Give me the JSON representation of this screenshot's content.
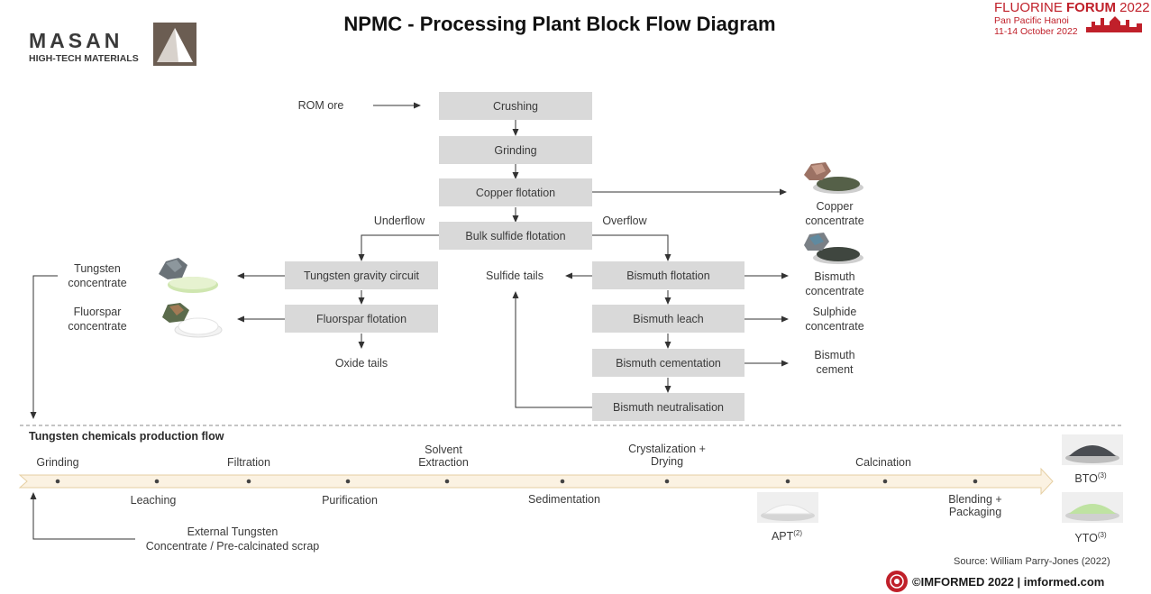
{
  "title": "NPMC - Processing Plant Block Flow Diagram",
  "logo_left": {
    "name": "MASAN",
    "sub": "HIGH-TECH MATERIALS"
  },
  "logo_right": {
    "line1a": "FLUORINE ",
    "line1b": "FORUM",
    "line1c": " 2022",
    "line2": "Pan Pacific Hanoi",
    "line3": "11-14 October 2022"
  },
  "inputs": {
    "rom": "ROM ore"
  },
  "boxes": {
    "crushing": "Crushing",
    "grinding": "Grinding",
    "copper_flotation": "Copper flotation",
    "bulk_sulfide": "Bulk sulfide flotation",
    "tungsten_gravity": "Tungsten gravity circuit",
    "fluorspar_flotation": "Fluorspar flotation",
    "bismuth_flotation": "Bismuth flotation",
    "bismuth_leach": "Bismuth leach",
    "bismuth_cementation": "Bismuth cementation",
    "bismuth_neutralisation": "Bismuth neutralisation"
  },
  "labels": {
    "underflow": "Underflow",
    "overflow": "Overflow",
    "sulfide_tails": "Sulfide tails",
    "oxide_tails": "Oxide tails"
  },
  "products": {
    "tungsten_l1": "Tungsten",
    "tungsten_l2": "concentrate",
    "fluorspar_l1": "Fluorspar",
    "fluorspar_l2": "concentrate",
    "copper_l1": "Copper",
    "copper_l2": "concentrate",
    "bismuth_l1": "Bismuth",
    "bismuth_l2": "concentrate",
    "sulphide_l1": "Sulphide",
    "sulphide_l2": "concentrate",
    "bcement_l1": "Bismuth",
    "bcement_l2": "cement"
  },
  "chem_flow": {
    "title": "Tungsten  chemicals production  flow",
    "top_steps": {
      "grinding": "Grinding",
      "filtration": "Filtration",
      "solvent_l1": "Solvent",
      "solvent_l2": "Extraction",
      "crystal_l1": "Crystalization +",
      "crystal_l2": "Drying",
      "calcination": "Calcination"
    },
    "bottom_steps": {
      "leaching": "Leaching",
      "purification": "Purification",
      "sedimentation": "Sedimentation",
      "blending_l1": "Blending +",
      "blending_l2": "Packaging"
    },
    "apt": "APT",
    "apt_sup": "(2)",
    "bto": "BTO",
    "bto_sup": "(3)",
    "yto": "YTO",
    "yto_sup": "(3)",
    "external_l1": "External Tungsten",
    "external_l2": "Concentrate  / Pre-calcinated scrap"
  },
  "source": "Source: William Parry-Jones (2022)",
  "footer": {
    "left": "©IMFORMED 2022",
    "sep": " | ",
    "right": "imformed.com"
  }
}
